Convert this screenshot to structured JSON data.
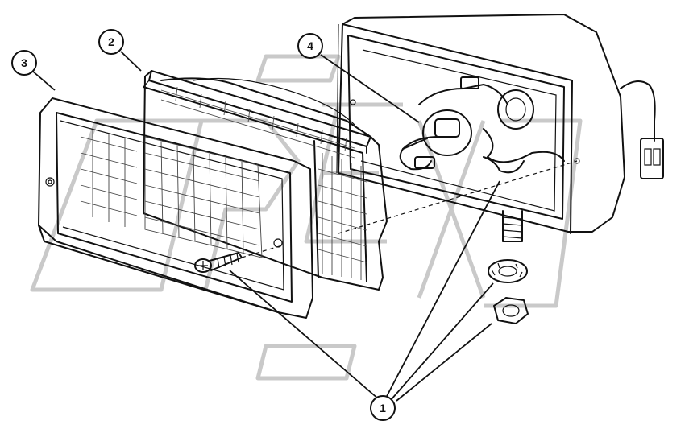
{
  "diagram": {
    "callouts": [
      {
        "id": "c1",
        "label": "1"
      },
      {
        "id": "c2",
        "label": "2"
      },
      {
        "id": "c3",
        "label": "3"
      },
      {
        "id": "c4",
        "label": "4"
      }
    ],
    "watermark_text": "OPEX",
    "colors": {
      "line": "#111111",
      "watermark": "#c9c9c9",
      "background": "#ffffff"
    }
  }
}
